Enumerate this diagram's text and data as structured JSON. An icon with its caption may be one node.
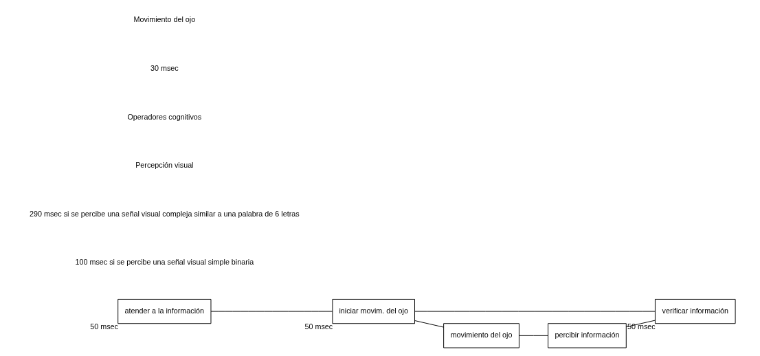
{
  "diagram": {
    "nodes": [
      {
        "text": [
          "atender a la información"
        ],
        "beside": [
          "50 msec"
        ]
      },
      {
        "text": [
          "iniciar movim. del ojo"
        ],
        "beside": [
          "50 msec"
        ]
      },
      {
        "text": [
          "percibir información"
        ]
      },
      {
        "text": [
          "verificar información"
        ],
        "beside": [
          "50 msec"
        ]
      },
      {
        "text": [
          "movimiento del ojo"
        ]
      }
    ],
    "edges": [
      {
        "from": 0,
        "to": 1,
        "arrow": "none"
      },
      {
        "from": 1,
        "to": 3,
        "arrow": "none"
      },
      {
        "from": 1,
        "to": 4,
        "arrow": "none"
      },
      {
        "from": 4,
        "to": 2,
        "arrow": "none"
      },
      {
        "from": 2,
        "to": 3,
        "arrow": "none"
      }
    ],
    "labels": [
      "100 msec si se percibe una señal visual simple binaria",
      "290 msec si se percibe una señal visual compleja similar a una palabra de 6 letras",
      "Percepción visual",
      "Operadores cognitivos",
      "30 msec",
      "Movimiento del ojo"
    ]
  }
}
